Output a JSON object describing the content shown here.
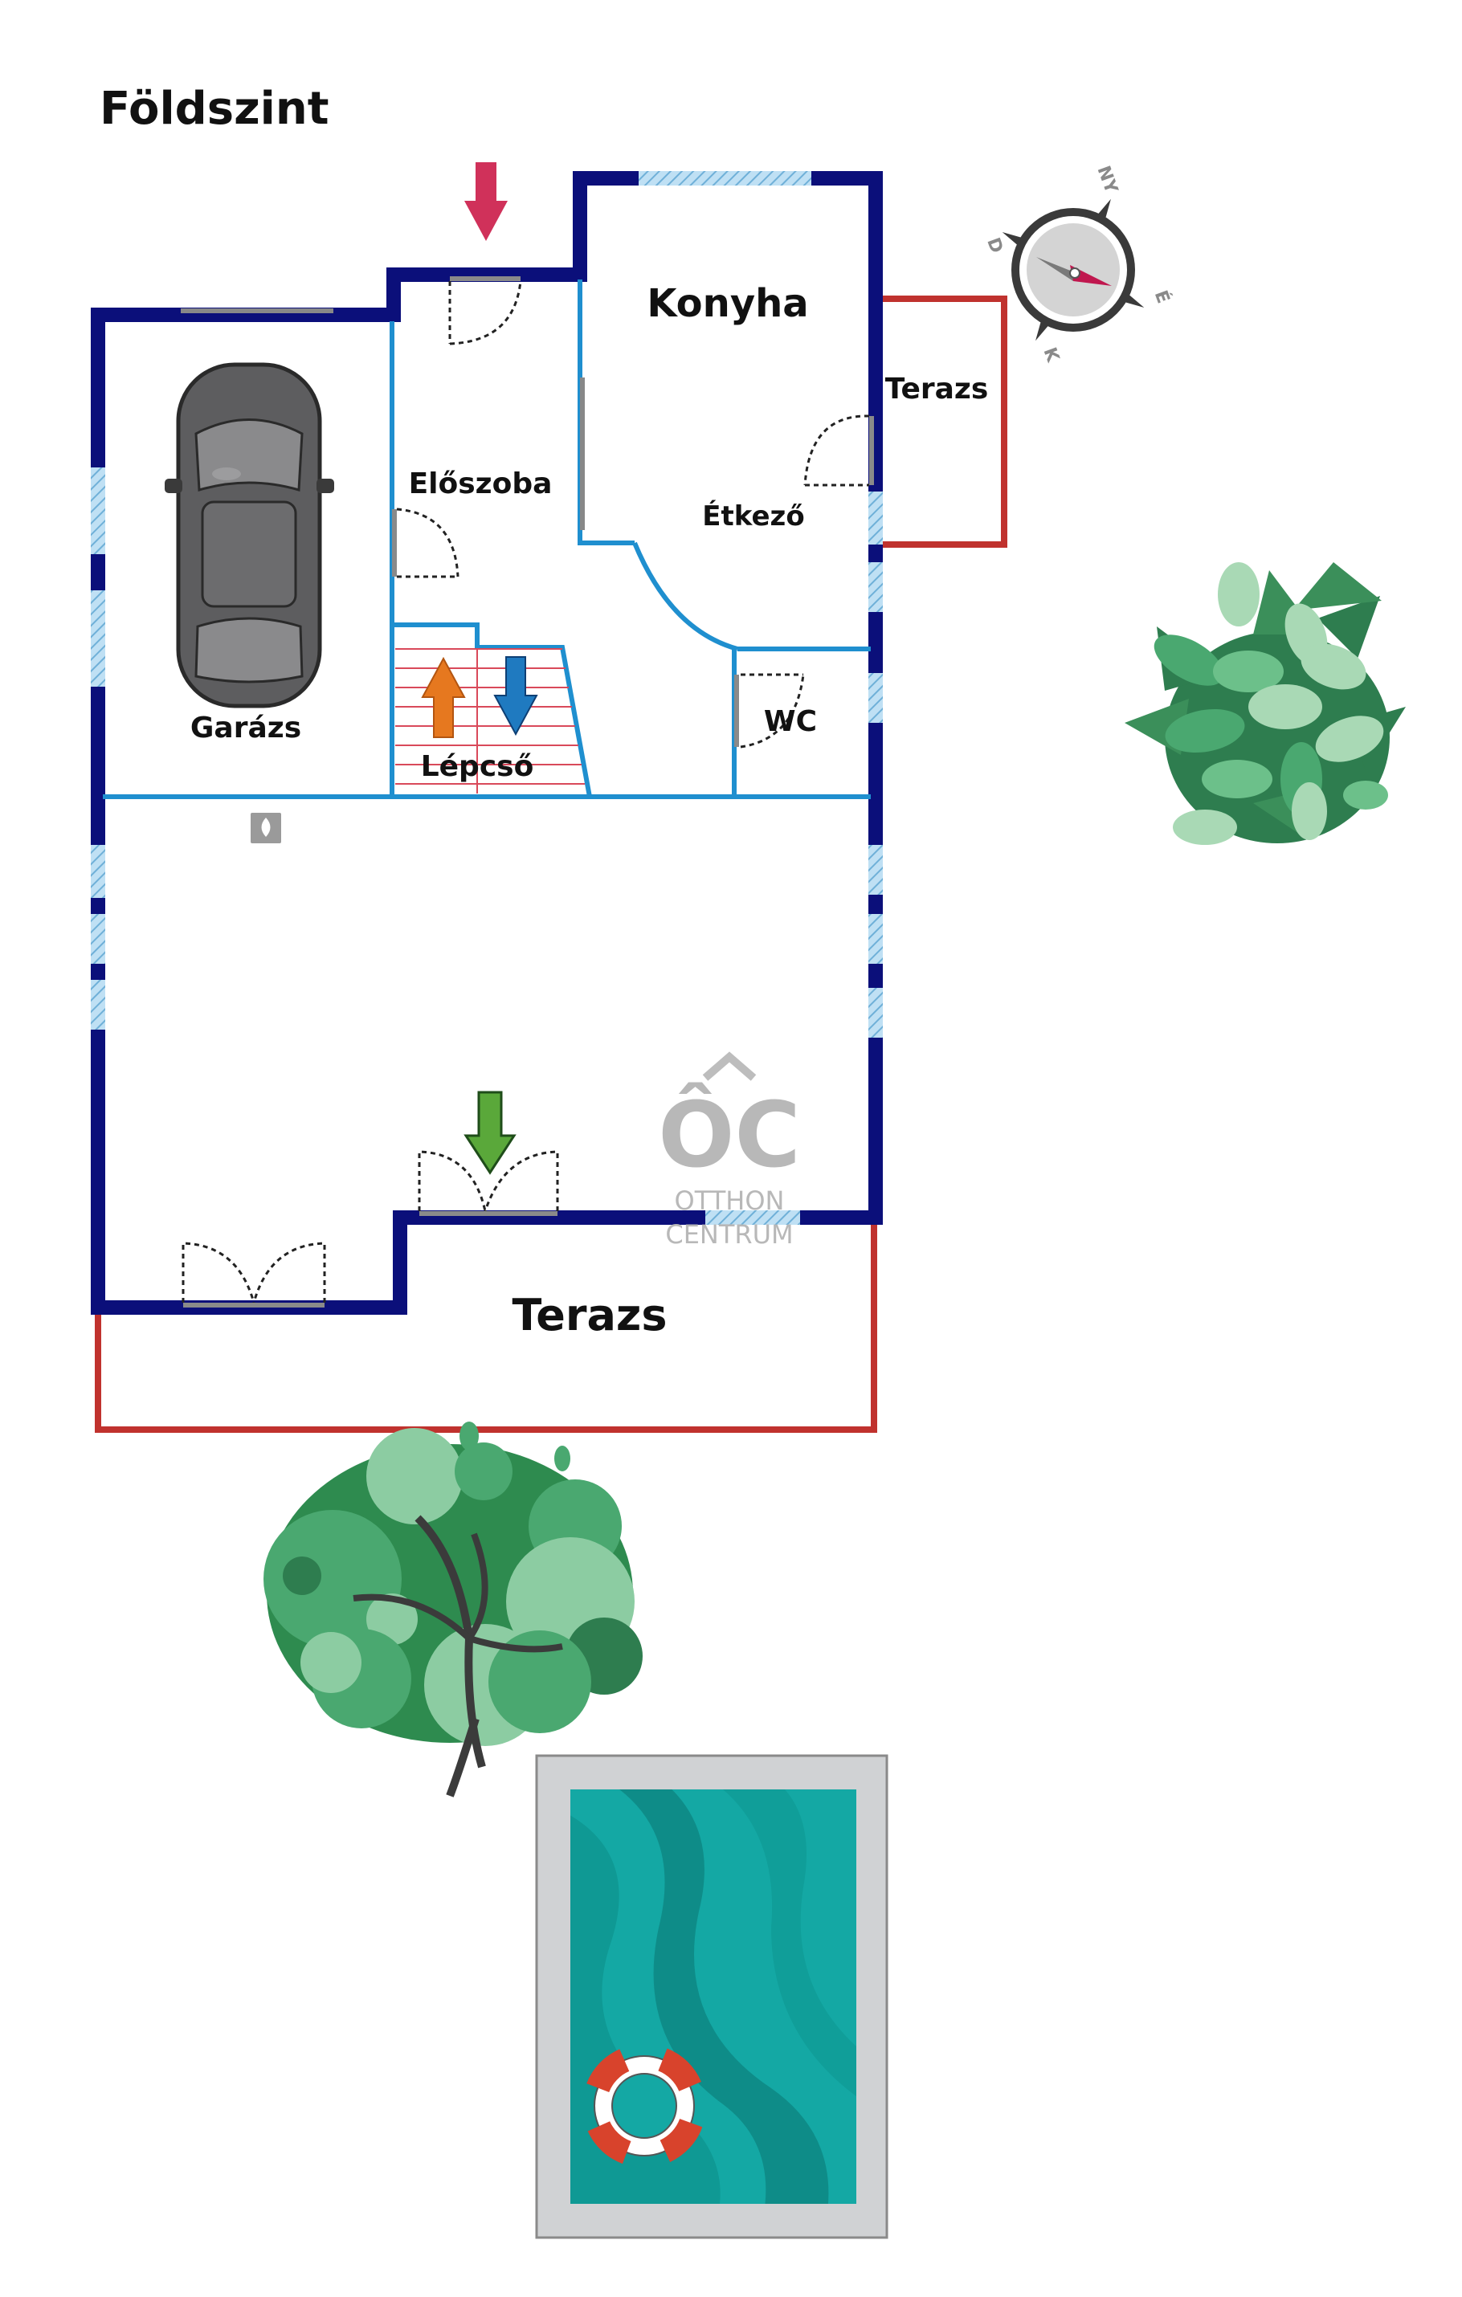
{
  "floor_title": "Földszint",
  "rooms": {
    "garage": "Garázs",
    "hall": "Előszoba",
    "kitchen": "Konyha",
    "dining": "Étkező",
    "terrace_side": "Terazs",
    "stairs": "Lépcső",
    "wc": "WC",
    "terrace_main": "Terazs"
  },
  "compass": {
    "north": "NY",
    "east": "É",
    "south": "K",
    "west": "D"
  },
  "brand": {
    "logo": "ÔC",
    "line1": "OTTHON",
    "line2": "CENTRUM"
  },
  "colors": {
    "outer_wall": "#0b0f7a",
    "inner_wall": "#1f8fcf",
    "terrace_border": "#c0322e",
    "entrance_arrow": "#d0315a",
    "up_arrow": "#e6781f",
    "down_arrow": "#1565c0",
    "garden_arrow": "#4a9a2a",
    "pool_water": "#14a8a4",
    "plant_green": "#3fa865"
  },
  "icons": [
    "car-icon",
    "compass-icon",
    "fireplace-icon",
    "plant-icon",
    "tree-icon",
    "pool-icon",
    "lifebuoy-icon"
  ]
}
